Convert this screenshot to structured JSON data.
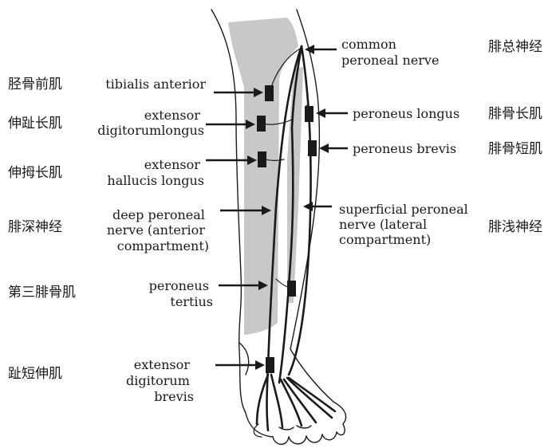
{
  "labels": {
    "common_peroneal": [
      "common",
      "peroneal nerve"
    ],
    "tibialis_anterior": [
      "tibialis anterior"
    ],
    "peroneus_longus": [
      "peroneus longus"
    ],
    "extensor_digitorum_longus": [
      "extensor",
      "digitorumlongus"
    ],
    "peroneus_brevis": [
      "peroneus brevis"
    ],
    "extensor_hallucis_longus": [
      "extensor",
      "hallucis longus"
    ],
    "deep_peroneal": [
      "deep peroneal",
      "nerve (anterior",
      "compartment)"
    ],
    "superficial_peroneal": [
      "superficial peroneal",
      "nerve (lateral",
      "compartment)"
    ],
    "peroneus_tertius": [
      "peroneus",
      "tertius"
    ],
    "extensor_digitorum_brevis": [
      "extensor",
      "digitorum",
      "brevis"
    ]
  },
  "chinese": {
    "left": [
      "胫骨前肌",
      "伸趾长肌",
      "伸拇长肌",
      "腓深神经",
      "第三腓骨肌",
      "趾短伸肌"
    ],
    "right": [
      "腓总神经",
      "腓骨长肌",
      "腓骨短肌",
      "腓浅神经"
    ]
  }
}
